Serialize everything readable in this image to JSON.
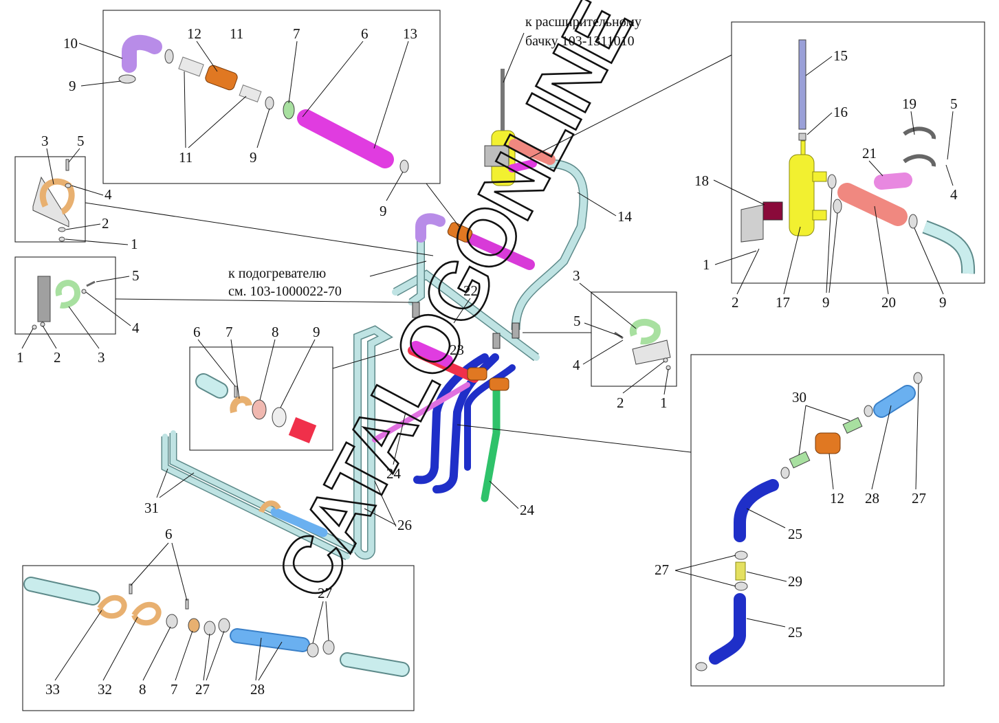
{
  "captions": {
    "to_tank_line1": "к расширительному",
    "to_tank_line2": "бачку 103-1311010",
    "to_heater_line1": "к подогревателю",
    "to_heater_line2": "см. 103-1000022-70"
  },
  "watermark": {
    "text": "CATALOGONLINE"
  },
  "callouts": {
    "box_a": [
      "10",
      "12",
      "11",
      "7",
      "6",
      "13",
      "9",
      "11",
      "9",
      "9"
    ],
    "box_b": [
      "3",
      "5",
      "4",
      "2",
      "1"
    ],
    "box_c": [
      "5",
      "4",
      "1",
      "2",
      "3"
    ],
    "box_d": [
      "15",
      "16",
      "19",
      "5",
      "21",
      "18",
      "4",
      "1",
      "2",
      "17",
      "9",
      "20",
      "9"
    ],
    "box_e": [
      "3",
      "5",
      "4",
      "2",
      "1"
    ],
    "box_f": [
      "6",
      "7",
      "8",
      "9"
    ],
    "box_g": [
      "30",
      "12",
      "28",
      "27",
      "25",
      "27",
      "29",
      "25"
    ],
    "box_h": [
      "6",
      "27",
      "33",
      "32",
      "8",
      "7",
      "27",
      "28"
    ],
    "main": [
      "14",
      "22",
      "23",
      "24",
      "24",
      "31",
      "26"
    ]
  },
  "colors": {
    "hose_light_blue": "#c9ecec",
    "hose_dark_blue": "#1f2fc8",
    "hose_magenta": "#e03ce0",
    "hose_red": "#f0304a",
    "hose_green": "#2fc26a",
    "elbow_violet": "#b88ce8",
    "valve_orange": "#e07822",
    "tank_yellow": "#f2f030",
    "pipe_grey_blue": "#9aa0d8",
    "clamp_green": "#a8e0a0",
    "clamp_tan": "#e8b070",
    "hose_salmon": "#f08880",
    "fitting_yellow": "#e4e060",
    "pipe_sky": "#6ab0f0"
  },
  "icons": {
    "hose_clamp": "hose-clamp-icon",
    "bracket": "bracket-icon",
    "bolt": "bolt-icon"
  }
}
